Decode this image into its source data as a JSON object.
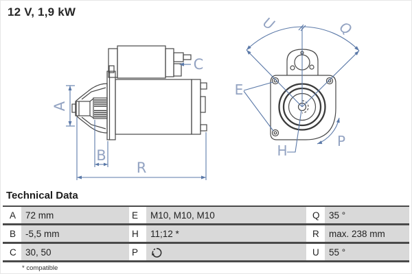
{
  "title": "12 V, 1,9 kW",
  "technical_data": {
    "heading": "Technical Data",
    "footnote": "* compatible",
    "rows": [
      {
        "k1": "A",
        "v1": "72 mm",
        "k2": "E",
        "v2": "M10, M10, M10",
        "k3": "Q",
        "v3": "35 °"
      },
      {
        "k1": "B",
        "v1": "-5,5 mm",
        "k2": "H",
        "v2": "11;12 *",
        "k3": "R",
        "v3": "max. 238 mm"
      },
      {
        "k1": "C",
        "v1": "30, 50",
        "k2": "P",
        "v2": "",
        "k3": "U",
        "v3": "55 °"
      }
    ],
    "p_icon": "clockwise-rotation-icon"
  },
  "drawing_labels": {
    "A": "A",
    "B": "B",
    "C": "C",
    "R": "R",
    "E": "E",
    "H": "H",
    "P": "P",
    "U": "U",
    "Q": "Q"
  },
  "colors": {
    "dimension_line": "#5b79a8",
    "dimension_label": "#93a3c2",
    "part_outline": "#474747",
    "table_cell_bg": "#d9d9d9",
    "table_separator": "#4a4a4a",
    "text": "#1f1f1f"
  }
}
